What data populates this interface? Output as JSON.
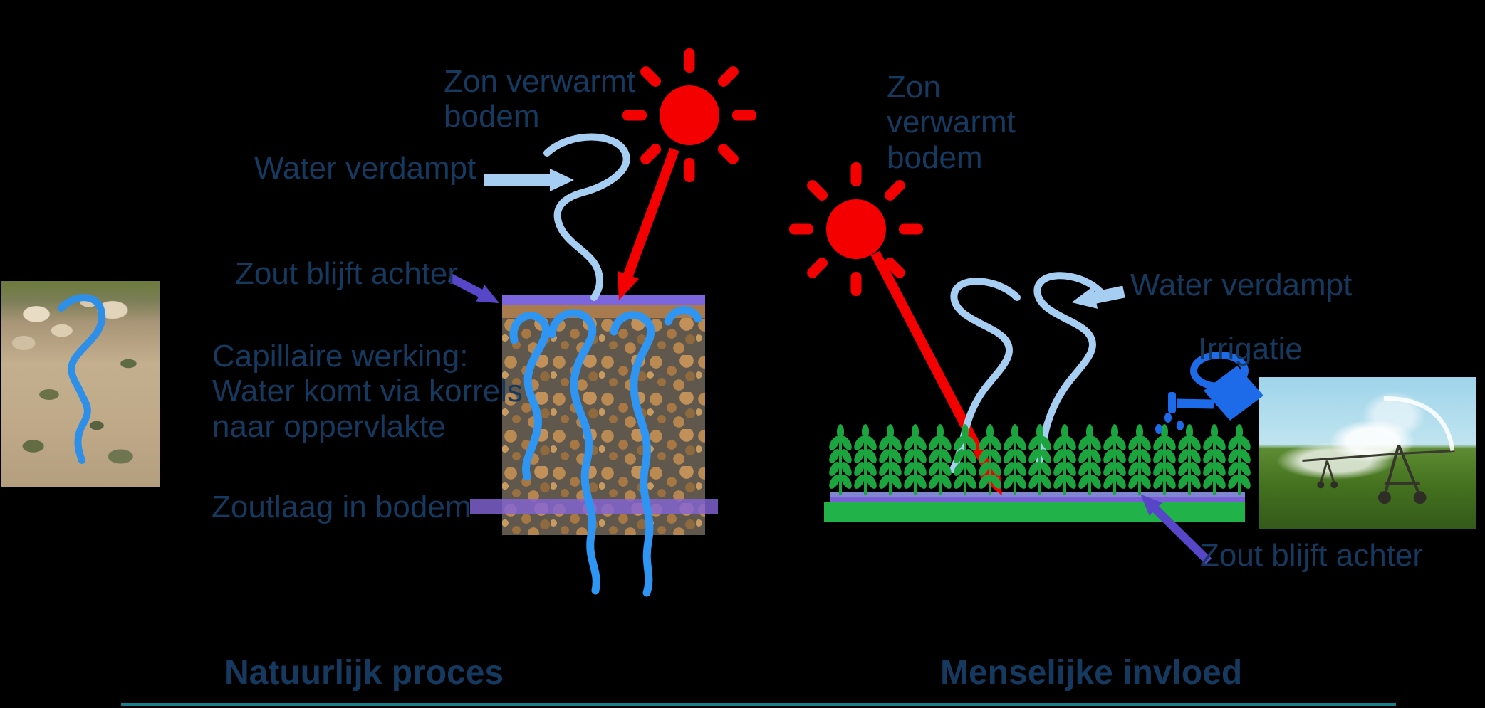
{
  "colors": {
    "background": "#000000",
    "text": "#16395F",
    "sun_red": "#F40000",
    "vapor_light_blue": "#A5CEF2",
    "water_bright_blue": "#2E96F2",
    "salt_arrow_purple": "#5846C8",
    "salt_band_purple": "#7C66DD",
    "topsoil_brown": "#A87B4F",
    "wheat_green": "#1CA53E",
    "field_soil_green": "#21B24A",
    "watering_can_blue": "#1D6BE8",
    "bottom_line_teal": "#1A7F8C"
  },
  "icons": {
    "sun": "sun-icon",
    "sun_beam": "sun-beam-icon",
    "vapor": "vapor-squiggle-icon",
    "water_flow": "water-flow-squiggle-icon",
    "watering_can": "watering-can-icon",
    "water_drops": "water-drops-icon",
    "wheat": "wheat-plant-icon",
    "arrow_right": "arrow-right-icon",
    "arrow_left": "arrow-left-icon",
    "arrow_down_right": "arrow-down-right-icon",
    "arrow_up_left": "arrow-up-left-icon"
  },
  "photos": {
    "left": "rocky-soil-photo",
    "right": "irrigation-sprinkler-photo"
  },
  "left_panel": {
    "sun_heats_label": "Zon verwarmt\nbodem",
    "water_evaporates_label": "Water verdampt",
    "salt_remains_label": "Zout blijft achter",
    "capillary_label": "Capillaire werking:\nWater komt via korrels\nnaar oppervlakte",
    "salt_layer_label": "Zoutlaag in bodem",
    "caption": "Natuurlijk proces"
  },
  "right_panel": {
    "sun_heats_label": "Zon\nverwarmt\nbodem",
    "water_evaporates_label": "Water verdampt",
    "irrigation_label": "Irrigatie",
    "salt_remains_label": "Zout blijft achter",
    "caption": "Menselijke invloed"
  }
}
